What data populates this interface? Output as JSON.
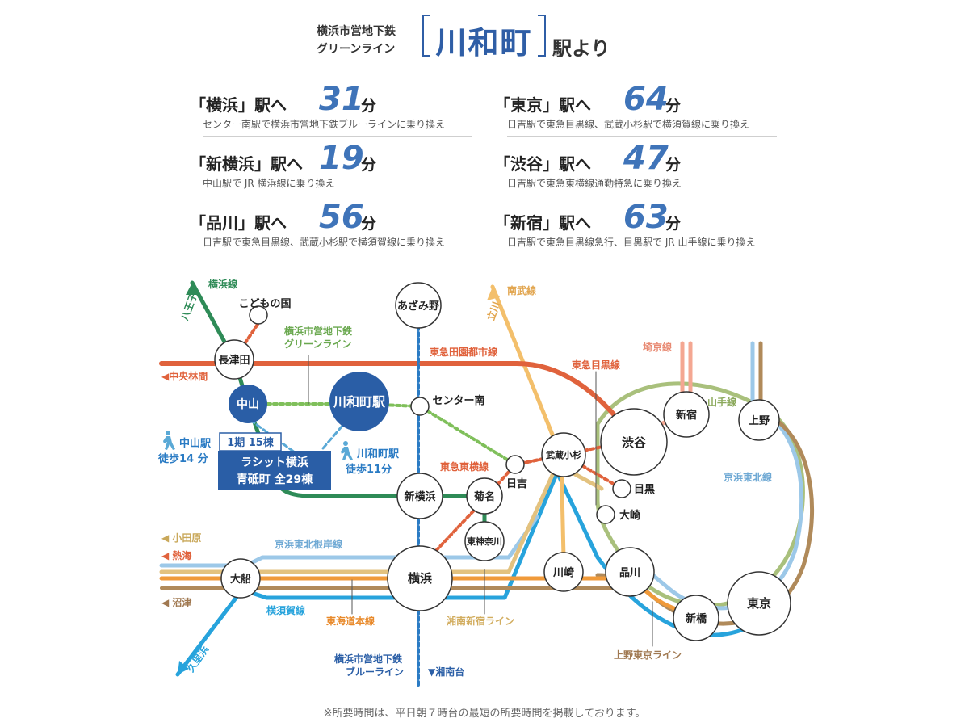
{
  "header": {
    "line_name_1": "横浜市営地下鉄",
    "line_name_2": "グリーンライン",
    "station": "川和町",
    "suffix": "駅より"
  },
  "destinations": [
    {
      "name": "「横浜」駅へ",
      "minutes": "31",
      "unit": "分",
      "note": "センター南駅で横浜市営地下鉄ブルーラインに乗り換え"
    },
    {
      "name": "「新横浜」駅へ",
      "minutes": "19",
      "unit": "分",
      "note": "中山駅で JR 横浜線に乗り換え"
    },
    {
      "name": "「品川」駅へ",
      "minutes": "56",
      "unit": "分",
      "note": "日吉駅で東急目黒線、武蔵小杉駅で横須賀線に乗り換え"
    },
    {
      "name": "「東京」駅へ",
      "minutes": "64",
      "unit": "分",
      "note": "日吉駅で東急目黒線、武蔵小杉駅で横須賀線に乗り換え"
    },
    {
      "name": "「渋谷」駅へ",
      "minutes": "47",
      "unit": "分",
      "note": "日吉駅で東急東横線通勤特急に乗り換え"
    },
    {
      "name": "「新宿」駅へ",
      "minutes": "63",
      "unit": "分",
      "note": "日吉駅で東急目黒線急行、目黒駅で JR 山手線に乗り換え"
    }
  ],
  "map": {
    "colors": {
      "yokohama_line": "#2e8b57",
      "green_line": "#7fbf5a",
      "denentoshi": "#e0623c",
      "blue_line": "#2a7bc4",
      "nambu": "#f3bf6b",
      "yokosuka": "#27a3dc",
      "keihin_tohoku": "#9cc8e8",
      "tokaido": "#f09a3a",
      "shonan_shinjuku": "#e3c27f",
      "ueno_tokyo": "#b08a5a",
      "yamanote": "#a9c07c",
      "saikyo": "#f4a792",
      "toyoko": "#e0623c",
      "meguro": "#e0623c",
      "station_fill": "#ffffff",
      "station_highlight": "#2a5ea6"
    },
    "stations": {
      "kodomonokuni": "こどもの国",
      "nagatsuta": "長津田",
      "nakayama": "中山",
      "kawawacho": "川和町駅",
      "azamino": "あざみ野",
      "center_minami": "センター南",
      "hiyoshi": "日吉",
      "shin_yokohama": "新横浜",
      "kikuna": "菊名",
      "higashi_kanagawa": "東神奈川",
      "musashikosugi": "武蔵小杉",
      "shibuya": "渋谷",
      "shinjuku": "新宿",
      "ueno": "上野",
      "meguro": "目黒",
      "osaki": "大崎",
      "ofuna": "大船",
      "yokohama": "横浜",
      "kawasaki": "川崎",
      "shinagawa": "品川",
      "shimbashi": "新橋",
      "tokyo": "東京"
    },
    "line_labels": {
      "yokohama_line": "横浜線",
      "hachioji": "八王子",
      "green_line_1": "横浜市営地下鉄",
      "green_line_2": "グリーンライン",
      "denentoshi": "東急田園都市線",
      "chuo_rinkan": "◀中央林間",
      "nambu": "南武線",
      "tachikawa": "立川",
      "toyoko": "東急東横線",
      "meguro_line": "東急目黒線",
      "saikyo": "埼京線",
      "yamanote": "山手線",
      "keihin_tohoku": "京浜東北線",
      "keihin_tohoku_negishi": "京浜東北根岸線",
      "odawara": "◀ 小田原",
      "atami": "◀ 熱海",
      "numazu": "◀ 沼津",
      "yokosuka": "横須賀線",
      "tokaido": "東海道本線",
      "shonan_shinjuku": "湘南新宿ライン",
      "ueno_tokyo": "上野東京ライン",
      "blue_line_1": "横浜市営地下鉄",
      "blue_line_2": "ブルーライン",
      "shonandai": "▼湘南台",
      "kurihama": "久里浜"
    },
    "walk": {
      "nakayama_1": "中山駅",
      "nakayama_2": "徒歩14 分",
      "kawawa_1": "川和町駅",
      "kawawa_2": "徒歩11分"
    },
    "property": {
      "phase": "1期 15棟",
      "name": "ラシット横浜",
      "sub": "青砥町 全29棟"
    }
  },
  "footnote": "※所要時間は、平日朝７時台の最短の所要時間を掲載しております。"
}
